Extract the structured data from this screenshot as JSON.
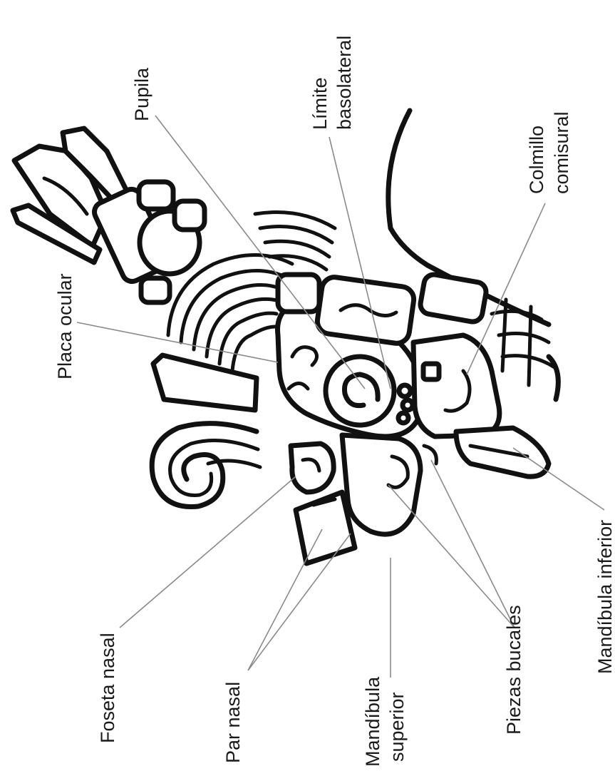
{
  "labels": {
    "pupila": "Pupila",
    "limite_1": "Límite",
    "limite_2": "basolateral",
    "colmillo_1": "Colmillo",
    "colmillo_2": "comisural",
    "placa_ocular": "Placa ocular",
    "foseta_nasal": "Foseta nasal",
    "par_nasal": "Par nasal",
    "mandibula_superior_1": "Mandíbula",
    "mandibula_superior_2": "superior",
    "piezas_bucales": "Piezas bucales",
    "mandibula_inferior": "Mandíbula inferior"
  },
  "colors": {
    "ink": "#111111",
    "leader": "#8a8a8a",
    "background": "#ffffff"
  }
}
